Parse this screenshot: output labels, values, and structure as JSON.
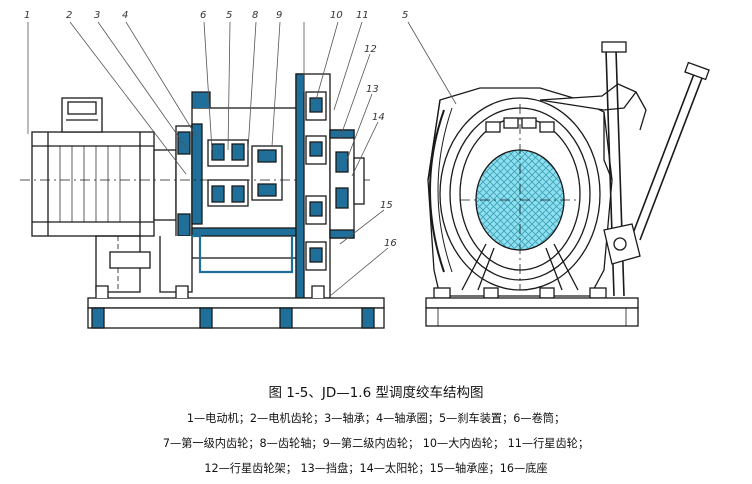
{
  "figure": {
    "title": "图 1-5、JD—1.6 型调度绞车结构图",
    "legend": [
      "1—电动机；2—电机齿轮；3—轴承；4—轴承圈；5—刹车装置；6—卷筒；",
      "7—第一级内齿轮；8—齿轮轴；9—第二级内齿轮； 10—大内齿轮； 11—行星齿轮；",
      "12—行星齿轮架； 13—挡盘；14—太阳轮；15—轴承座；16—底座"
    ]
  },
  "callouts": {
    "left": [
      "1",
      "2",
      "3",
      "4",
      "6",
      "5",
      "8",
      "9",
      "10",
      "11",
      "12",
      "13",
      "14",
      "15",
      "16"
    ],
    "right": [
      "5"
    ]
  },
  "colors": {
    "line": "#1a1a1a",
    "section_fill": "#1f6f9a",
    "drum_fill": "#8fe0ee",
    "leader": "#555555"
  }
}
